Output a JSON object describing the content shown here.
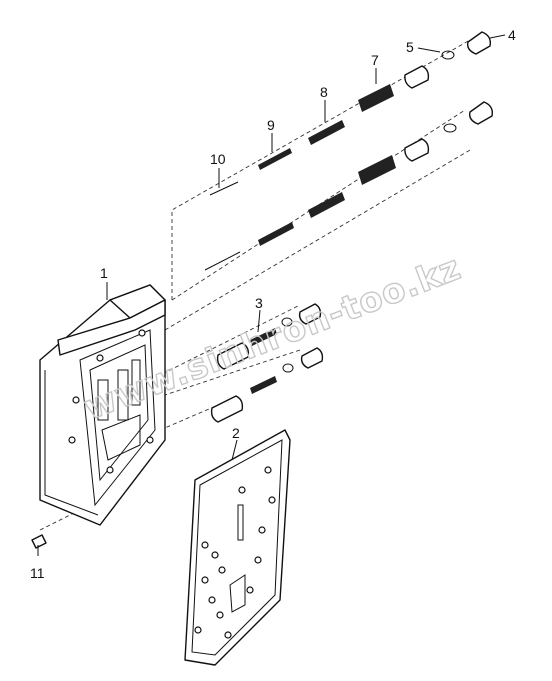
{
  "watermark": "www.sinhron-too.kz",
  "callouts": [
    {
      "id": "1",
      "label": "1"
    },
    {
      "id": "2",
      "label": "2"
    },
    {
      "id": "3",
      "label": "3"
    },
    {
      "id": "4",
      "label": "4"
    },
    {
      "id": "5",
      "label": "5"
    },
    {
      "id": "7",
      "label": "7"
    },
    {
      "id": "8",
      "label": "8"
    },
    {
      "id": "9",
      "label": "9"
    },
    {
      "id": "10",
      "label": "10"
    },
    {
      "id": "11",
      "label": "11"
    }
  ]
}
